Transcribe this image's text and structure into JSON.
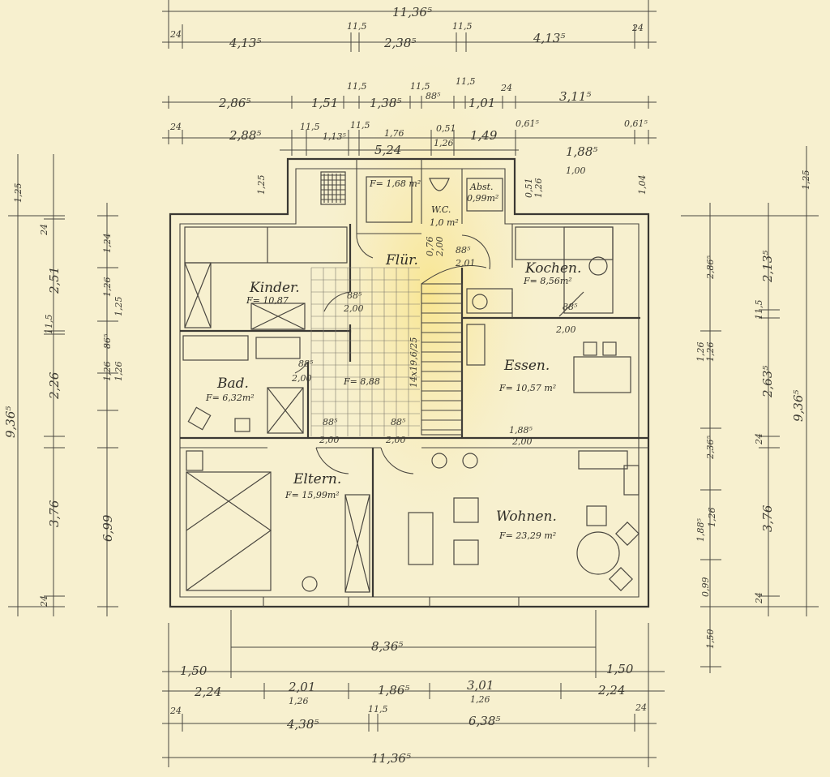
{
  "colors": {
    "paper": "#f7f0cf",
    "paper_glow": "#f9e48a",
    "ink": "#3a3833"
  },
  "rooms": {
    "kinder": {
      "name": "Kinder.",
      "area": "F= 10,87"
    },
    "flur": {
      "name": "Flür.",
      "area": "F= 8,88"
    },
    "kochen": {
      "name": "Kochen.",
      "area": "F= 8,56m²"
    },
    "essen": {
      "name": "Essen.",
      "area": "F= 10,57 m²"
    },
    "bad": {
      "name": "Bad.",
      "area": "F= 6,32m²"
    },
    "eltern": {
      "name": "Eltern.",
      "area": "F= 15,99m²"
    },
    "wohnen": {
      "name": "Wohnen.",
      "area": "F= 23,29 m²"
    },
    "wc": {
      "name": "W.C.",
      "area": "1,0 m²"
    },
    "abst": {
      "name": "Abst.",
      "area": "0,99m²"
    },
    "vorraum": {
      "area": "F= 1,68 m²"
    }
  },
  "stair": {
    "label": "14x19,6/25"
  },
  "top_dims": {
    "overall": "11,36⁵",
    "row1": [
      "24",
      "4,13⁵",
      "11,5",
      "2,38⁵",
      "11,5",
      "4,13⁵",
      "24"
    ],
    "row2": [
      "2,86⁵",
      "11,5",
      "1,51",
      "1,38⁵",
      "11,5",
      "88⁵",
      "11,5",
      "1,01",
      "24",
      "3,11⁵"
    ],
    "row3": [
      "24",
      "2,88⁵",
      "11,5",
      "1,13⁵",
      "11,5",
      "1,76",
      "0,51",
      "1,26",
      "1,49",
      "0,61⁵",
      "0,61⁵"
    ],
    "row4": [
      "5,24",
      "1,88⁵",
      "1,00",
      "1,25"
    ]
  },
  "bottom_dims": {
    "row1": [
      "8,36⁵"
    ],
    "row2": [
      "1,50",
      "1,50"
    ],
    "row3": [
      "2,24",
      "2,01",
      "1,26",
      "1,86⁵",
      "3,01",
      "1,26",
      "2,24"
    ],
    "row4": [
      "24",
      "4,38⁵",
      "11,5",
      "6,38⁵",
      "24"
    ],
    "overall": "11,36⁵"
  },
  "left_dims": {
    "overall": "9,36⁵",
    "a": [
      "1,25",
      "24",
      "3,76",
      "24"
    ],
    "b": [
      "2,51",
      "11,5",
      "2,26",
      "6,99"
    ],
    "c": [
      "1,24",
      "1,26",
      "1,25",
      "1,26",
      "86⁵",
      "1,26"
    ]
  },
  "right_dims": {
    "overall": "9,36⁵",
    "a": [
      "2,86⁵",
      "1,26",
      "1,26",
      "2,36⁵",
      "1,88⁵",
      "1,26",
      "0,99",
      "1,50"
    ],
    "b": [
      "2,13⁵",
      "11,5",
      "2,63⁵",
      "24",
      "3,76",
      "24"
    ],
    "c": [
      "1,25",
      "1,04"
    ]
  },
  "door_labels": [
    "88⁵",
    "2,00",
    "88⁵",
    "2,00",
    "88⁵",
    "2,00",
    "88⁵",
    "2,00",
    "88⁵",
    "2,00",
    "1,88⁵",
    "2,00",
    "88⁵",
    "2,01",
    "0,76",
    "2,00",
    "0,51",
    "1,26"
  ]
}
